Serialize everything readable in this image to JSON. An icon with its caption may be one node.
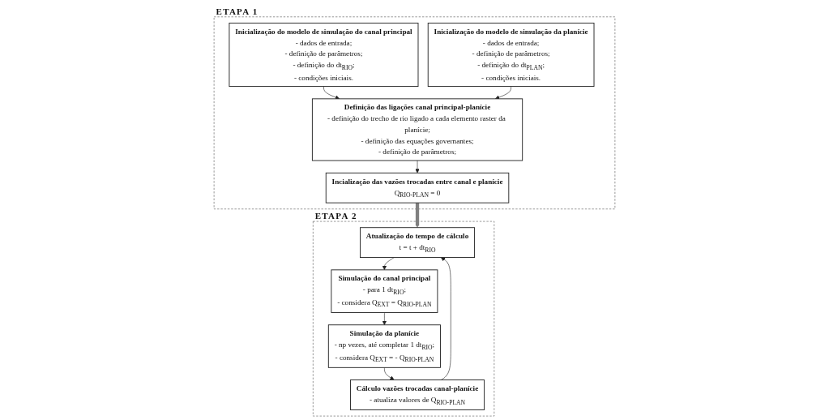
{
  "diagram": {
    "nodes": [
      {
        "text": [
          "ETAPA 1"
        ]
      },
      {
        "text": [
          "Inicialização do modelo de simulação do canal principal",
          "- dados de entrada;",
          "- definição de parâmetros;",
          "- definição do dt$_{RIO}$;",
          "- condições iniciais."
        ],
        "in": 0
      },
      {
        "text": [
          "Inicialização do modelo de simulação da planície",
          "- dados de entrada;",
          "- definição de parâmetros;",
          "- definição do dt$_{PLAN}$;",
          "- condições iniciais."
        ],
        "in": 0
      },
      {
        "text": [
          "Definição das ligações canal principal-planície",
          "- definição do trecho de rio ligado a cada elemento raster da planície;",
          "- definição das equações governantes;",
          "- definição de parâmetros;"
        ],
        "in": 0
      },
      {
        "text": [
          "Incialização das vazões trocadas entre canal e planície",
          "Q$_{RIO-PLAN}$ = 0"
        ],
        "in": 0
      },
      {
        "text": [
          "ETAPA 2"
        ]
      },
      {
        "text": [
          "Atualização do tempo de cálculo",
          "t = t + dt$_{RIO}$"
        ],
        "in": 5
      },
      {
        "text": [
          "Simulação do canal principal",
          "- para 1 dt$_{RIO}$;",
          "- considera Q$_{EXT}$ = Q$_{RIO-PLAN}$"
        ],
        "in": 5
      },
      {
        "text": [
          "Simulação da planície",
          "- np vezes, até completar 1 dt$_{RIO}$;",
          "- considera Q$_{EXT}$ = - Q$_{RIO-PLAN}$"
        ],
        "in": 5
      },
      {
        "text": [
          "Cálculo vazões trocadas canal-planície",
          "- atualiza valores de Q$_{RIO-PLAN}$"
        ],
        "in": 5
      }
    ],
    "edges": [
      {
        "from": 1,
        "to": 3,
        "arrow": "to"
      },
      {
        "from": 2,
        "to": 3,
        "arrow": "to"
      },
      {
        "from": 3,
        "to": 4,
        "arrow": "to"
      },
      {
        "from": 4,
        "to": 6,
        "arrow": "to",
        "style": "thick",
        "color": "#808080"
      },
      {
        "from": 6,
        "to": 7,
        "arrow": "to"
      },
      {
        "from": 7,
        "to": 8,
        "arrow": "to"
      },
      {
        "from": 8,
        "to": 9,
        "arrow": "to"
      },
      {
        "from": 9,
        "to": 6,
        "arrow": "to"
      }
    ]
  }
}
